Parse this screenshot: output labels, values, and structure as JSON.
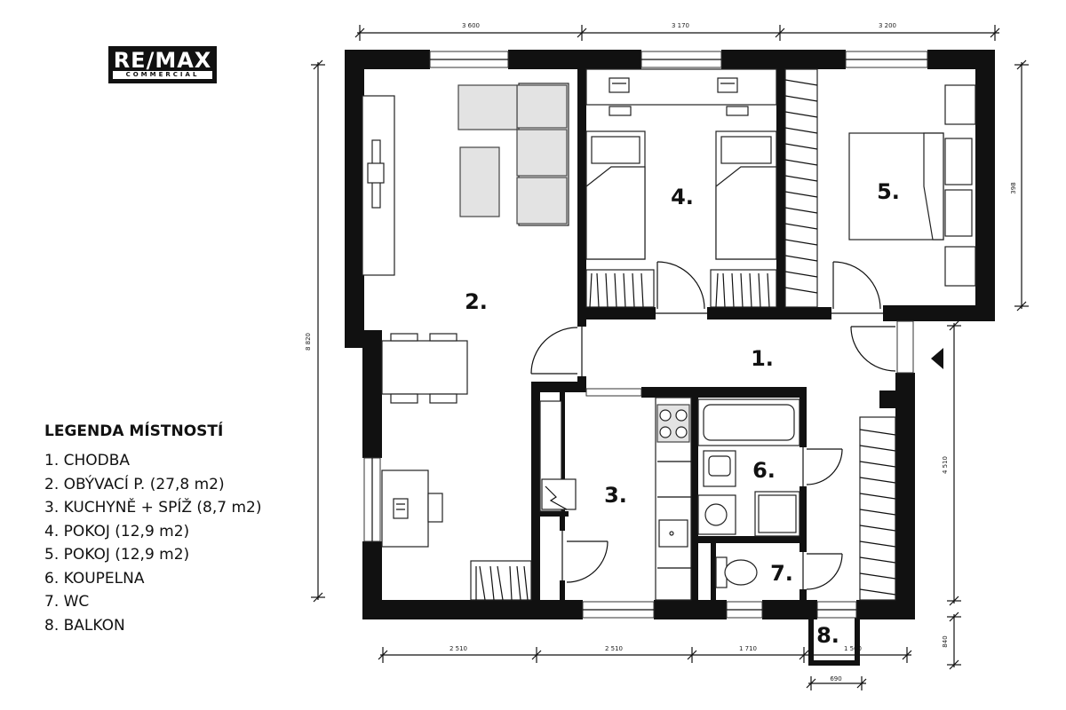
{
  "logo": {
    "line1": "RE/MAX",
    "line2": "COMMERCIAL"
  },
  "legend": {
    "title": "LEGENDA MÍSTNOSTÍ",
    "items": [
      "1. CHODBA",
      "2. OBÝVACÍ P. (27,8 m2)",
      "3. KUCHYNĚ + SPÍŽ (8,7 m2)",
      "4. POKOJ (12,9 m2)",
      "5. POKOJ (12,9 m2)",
      "6. KOUPELNA",
      "7. WC",
      "8. BALKON"
    ]
  },
  "rooms": {
    "r1": "1.",
    "r2": "2.",
    "r3": "3.",
    "r4": "4.",
    "r5": "5.",
    "r6": "6.",
    "r7": "7.",
    "r8": "8."
  },
  "dimensions": {
    "top_1": "3 600",
    "top_2": "3 170",
    "top_3": "3 200",
    "left": "8 820",
    "right_top": "398",
    "right_mid": "4 510",
    "right_bottom": "840",
    "bottom_1": "2 510",
    "bottom_2": "2 510",
    "bottom_3": "1 710",
    "bottom_4": "1 500",
    "balcony": "690"
  }
}
